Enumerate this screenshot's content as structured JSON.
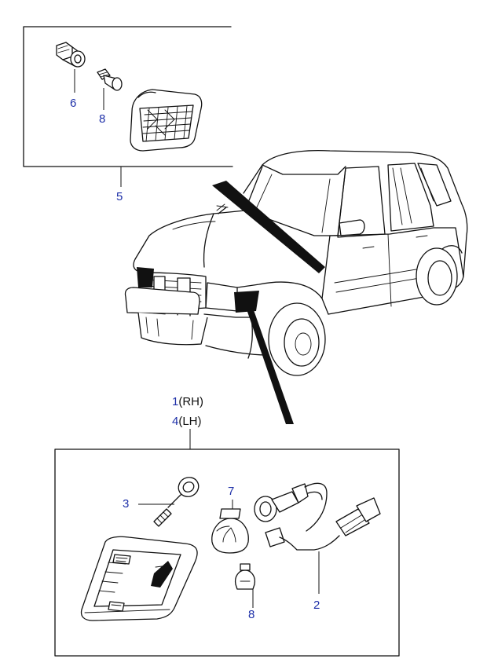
{
  "callouts": {
    "part_1": "1",
    "part_1_side": "(RH)",
    "part_4": "4",
    "part_4_side": "(LH)",
    "part_2": "2",
    "part_3": "3",
    "part_5": "5",
    "part_6": "6",
    "part_7": "7",
    "part_8_top": "8",
    "part_8_bottom": "8"
  },
  "colors": {
    "callout_text": "#1d2fa8",
    "line_art": "#111111",
    "background": "#ffffff"
  }
}
